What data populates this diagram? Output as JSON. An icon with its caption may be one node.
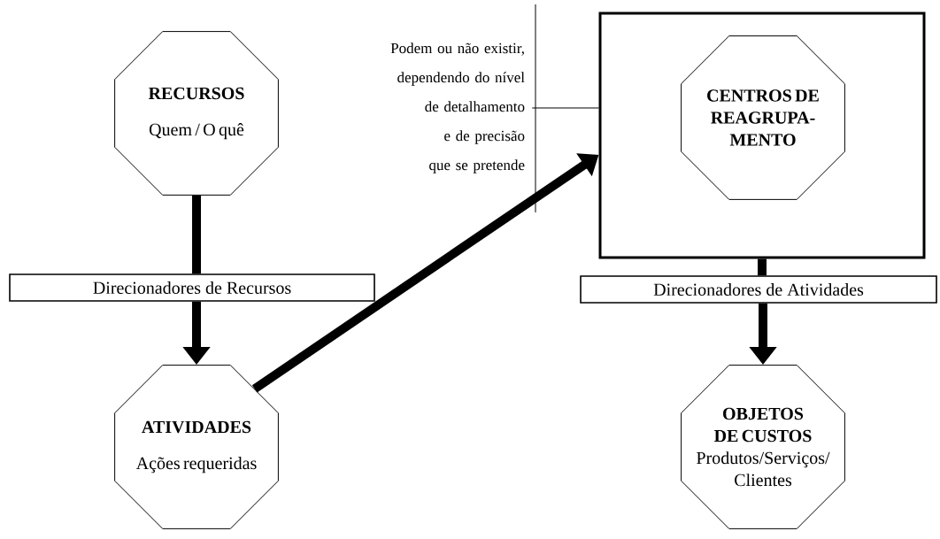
{
  "diagram": {
    "nodes": [
      {
        "text": [
          "RECURSOS",
          "Quem / O quê"
        ]
      },
      {
        "text": [
          "Direcionadores de Recursos"
        ]
      },
      {
        "text": [
          "ATIVIDADES",
          "Ações requeridas"
        ]
      },
      {
        "text": [
          "Podem ou não existir, dependendo do nível de detalhamento e de precisão que se pretende"
        ]
      },
      {
        "text": [],
        "shape": "box"
      },
      {
        "text": [
          "CENTROS DE REAGRUPA- MENTO"
        ],
        "in": 4
      },
      {
        "text": [
          "Direcionadores de Atividades"
        ]
      },
      {
        "text": [
          "OBJETOS DE CUSTOS",
          "Produtos/Serviços/ Clientes"
        ]
      }
    ],
    "edges": [
      {
        "from": 0,
        "to": 1,
        "arrow": "none"
      },
      {
        "from": 1,
        "to": 2,
        "arrow": "to"
      },
      {
        "from": 2,
        "to": 4,
        "arrow": "to"
      },
      {
        "from": 3,
        "to": 4,
        "arrow": "none"
      },
      {
        "from": 4,
        "to": 6,
        "arrow": "none"
      },
      {
        "from": 6,
        "to": 7,
        "arrow": "to"
      }
    ]
  }
}
